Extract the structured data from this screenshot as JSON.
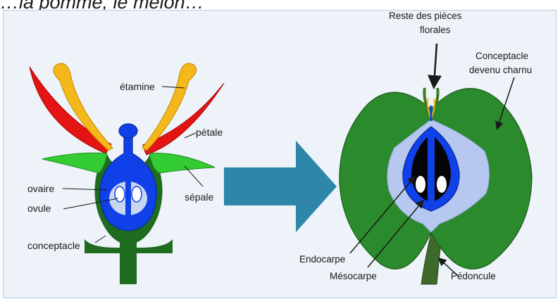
{
  "title": "…la pomme, le melon…",
  "flower_labels": {
    "etamine": "étamine",
    "petale": "pétale",
    "ovaire": "ovaire",
    "ovule": "ovule",
    "sepale": "sépale",
    "conceptacle": "conceptacle"
  },
  "fruit_labels": {
    "reste_line1": "Reste des pièces",
    "reste_line2": "florales",
    "conceptacle_line1": "Conceptacle",
    "conceptacle_line2": "devenu charnu",
    "endocarpe": "Endocarpe",
    "mesocarpe": "Mésocarpe",
    "pedoncule": "Pédoncule"
  },
  "colors": {
    "receptacle": "#1f6b1f",
    "petal": "#e41414",
    "stamen": "#f5b81a",
    "sepal": "#33cc33",
    "pistil": "#1040e8",
    "ovary_inner": "#c9d6f2",
    "fruit_flesh": "#2b8a2b",
    "mesocarpe": "#b6c8ef",
    "arrow": "#2e86a8"
  }
}
